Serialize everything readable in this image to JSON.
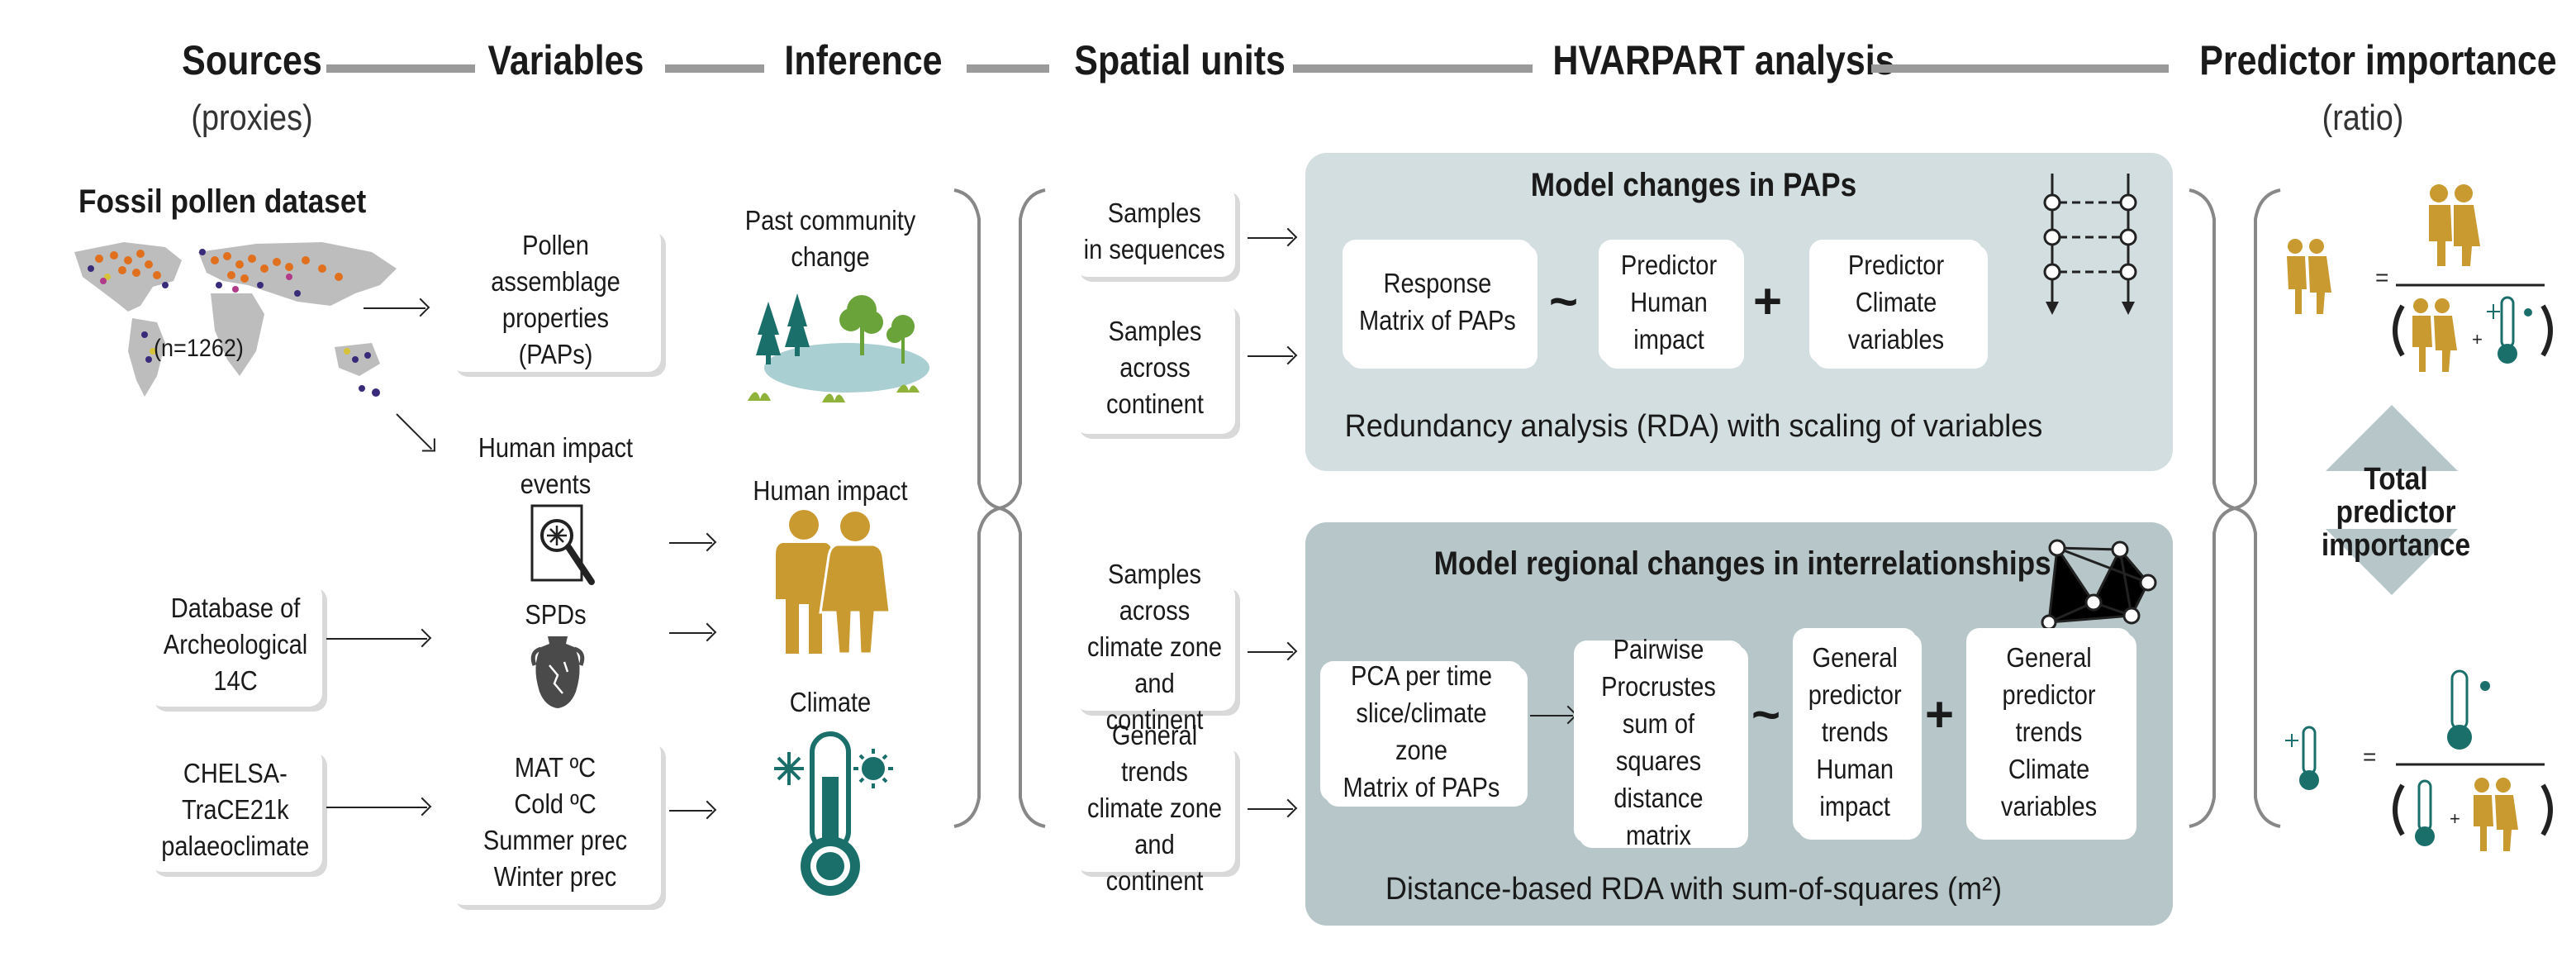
{
  "headers": {
    "sources": "Sources",
    "sources_sub": "(proxies)",
    "variables": "Variables",
    "inference": "Inference",
    "spatial_units": "Spatial units",
    "hvarpart": "HVARPART analysis",
    "predictor_importance": "Predictor importance",
    "predictor_importance_sub": "(ratio)"
  },
  "sources": {
    "fossil_title": "Fossil pollen dataset",
    "fossil_n": "(n=1262)",
    "archeo": "Database of\nArcheological\n14C",
    "chelsa": "CHELSA-\nTraCE21k\npalaeoclimate"
  },
  "variables": {
    "paps": "Pollen assemblage\nproperties\n(PAPs)",
    "human_events": "Human impact\nevents",
    "spds": "SPDs",
    "climate_vars": "MAT ºC\nCold ºC\nSummer prec\nWinter prec"
  },
  "inference": {
    "community": "Past community\nchange",
    "human": "Human impact",
    "climate": "Climate"
  },
  "spatial": {
    "seq": "Samples\nin sequences",
    "continent": "Samples\nacross\ncontinent",
    "zone": "Samples across\nclimate zone\nand continent",
    "trends": "General trends\nclimate zone\nand continent"
  },
  "panel1": {
    "title": "Model changes in PAPs",
    "response": "Response\nMatrix of PAPs",
    "tilde": "~",
    "human": "Predictor\nHuman\nimpact",
    "plus": "+",
    "climate": "Predictor\nClimate\nvariables",
    "footer": "Redundancy analysis (RDA) with scaling of variables"
  },
  "panel2": {
    "title": "Model regional changes in interrelationships",
    "pca": "PCA per time\nslice/climate zone\nMatrix of PAPs",
    "procrustes": "Pairwise\nProcrustes\nsum of squares\ndistance\nmatrix",
    "tilde": "~",
    "human": "General\npredictor\ntrends\nHuman\nimpact",
    "plus": "+",
    "climate": "General\npredictor\ntrends\nClimate\nvariables",
    "footer": "Distance-based RDA with sum-of-squares (m²)"
  },
  "importance": {
    "total": "Total predictor\nimportance",
    "equals": "="
  },
  "colors": {
    "panel1": "#d3dee0",
    "panel2": "#b7c7c9",
    "teal": "#1a6f6b",
    "gold": "#c99a30",
    "header_line": "#9a9a9a"
  }
}
